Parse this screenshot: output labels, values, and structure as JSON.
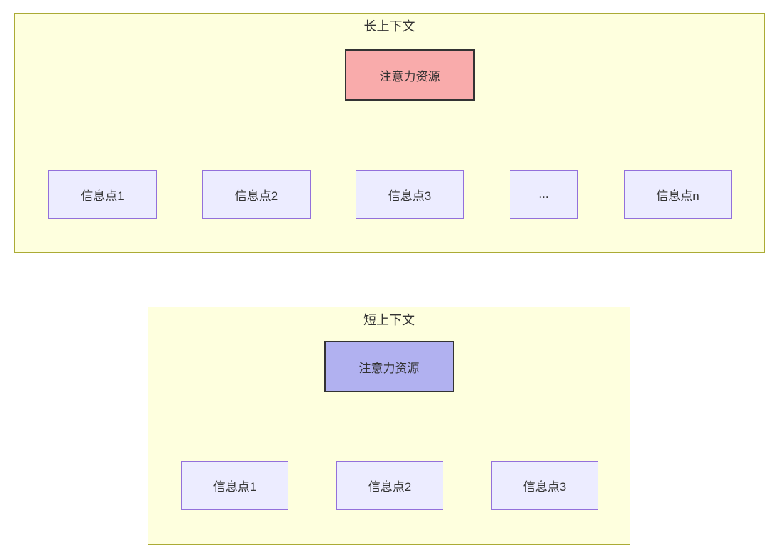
{
  "colors": {
    "page_bg": "#ffffff",
    "cluster_fill": "#feffde",
    "cluster_border": "#abab35",
    "node_fill": "#ececff",
    "node_border": "#9370db",
    "attention_long_fill": "#f9abab",
    "attention_short_fill": "#b1b1f0",
    "attention_border": "#333333",
    "edge_color": "#333333",
    "text_color": "#333333"
  },
  "diagrams": [
    {
      "title": "长上下文",
      "attention": {
        "label": "注意力资源"
      },
      "nodes": [
        {
          "label": "信息点1"
        },
        {
          "label": "信息点2"
        },
        {
          "label": "信息点3"
        },
        {
          "label": "..."
        },
        {
          "label": "信息点n"
        }
      ],
      "edges": [
        {
          "from": "注意力资源",
          "to": "信息点1"
        },
        {
          "from": "注意力资源",
          "to": "信息点2"
        },
        {
          "from": "注意力资源",
          "to": "信息点3"
        },
        {
          "from": "注意力资源",
          "to": "..."
        },
        {
          "from": "注意力资源",
          "to": "信息点n"
        }
      ]
    },
    {
      "title": "短上下文",
      "attention": {
        "label": "注意力资源"
      },
      "nodes": [
        {
          "label": "信息点1"
        },
        {
          "label": "信息点2"
        },
        {
          "label": "信息点3"
        }
      ],
      "edges": [
        {
          "from": "注意力资源",
          "to": "信息点1"
        },
        {
          "from": "注意力资源",
          "to": "信息点2"
        },
        {
          "from": "注意力资源",
          "to": "信息点3"
        }
      ]
    }
  ]
}
